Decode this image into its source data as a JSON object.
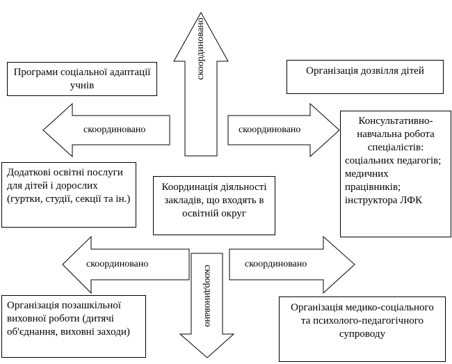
{
  "center_box": "Координація діяльності закладів, що входять в освітній округ",
  "boxes": {
    "social_adaptation": "Програми соціальної адаптації учнів",
    "leisure": "Організація дозвілля дітей",
    "consulting_title": "Консультативно-навчальна робота спеціалістів:",
    "consulting_items": [
      "соціальних педагогів;",
      "медичних працівників;",
      "інструктора ЛФК"
    ],
    "additional_services": "Додаткові освітні послуги для дітей і дорослих (гуртки, студії, секції та ін.)",
    "extracurricular": "Організація позашкільної виховної роботи (дитячі об'єднання, виховні заходи)",
    "medical_support": "Організація медико-соціального та психолого-педагогічного супроводу"
  },
  "arrows": {
    "up": "скоординовано",
    "upper_left": "скоординовано",
    "upper_right": "скоординовано",
    "lower_left": "скоординовано",
    "lower_right": "скоординовано",
    "down": "скоординовано"
  }
}
